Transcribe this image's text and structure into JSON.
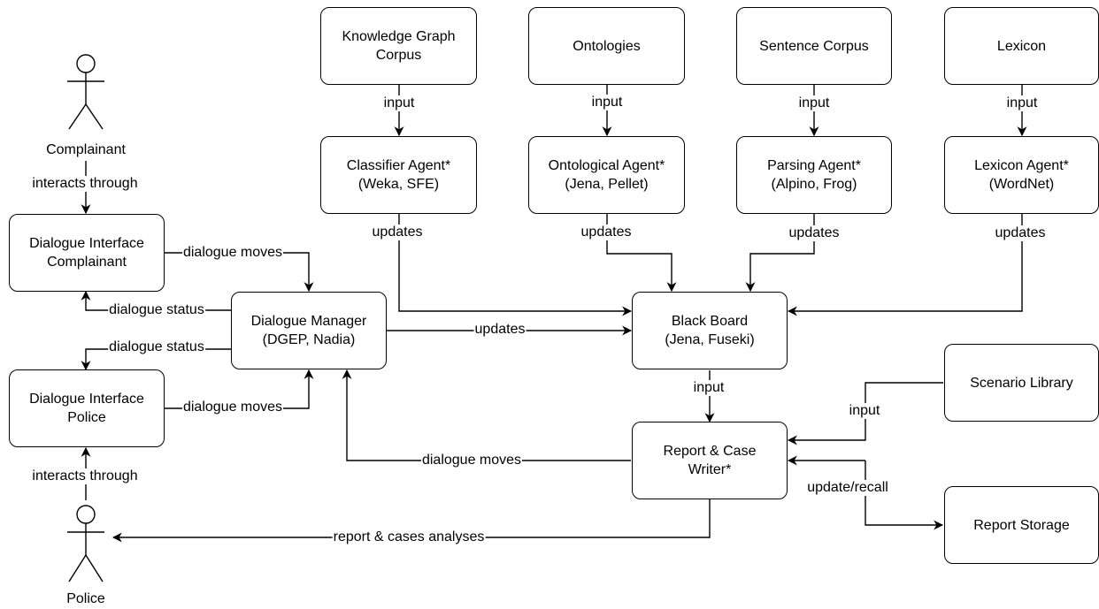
{
  "actors": {
    "complainant": "Complainant",
    "police": "Police"
  },
  "boxes": {
    "kg_corpus": "Knowledge Graph\nCorpus",
    "ontologies": "Ontologies",
    "sentence_corpus": "Sentence Corpus",
    "lexicon": "Lexicon",
    "classifier_agent": "Classifier Agent*\n(Weka, SFE)",
    "ontological_agent": "Ontological Agent*\n(Jena, Pellet)",
    "parsing_agent": "Parsing Agent*\n(Alpino, Frog)",
    "lexicon_agent": "Lexicon Agent*\n(WordNet)",
    "di_complainant": "Dialogue Interface\nComplainant",
    "di_police": "Dialogue Interface\nPolice",
    "dialogue_manager": "Dialogue Manager\n(DGEP, Nadia)",
    "black_board": "Black Board\n(Jena, Fuseki)",
    "scenario_library": "Scenario Library",
    "report_writer": "Report & Case\nWriter*",
    "report_storage": "Report Storage"
  },
  "edge_labels": {
    "input": "input",
    "updates": "updates",
    "interacts_through": "interacts through",
    "dialogue_moves": "dialogue moves",
    "dialogue_status": "dialogue status",
    "update_recall": "update/recall",
    "report_cases_analyses": "report & cases analyses"
  }
}
